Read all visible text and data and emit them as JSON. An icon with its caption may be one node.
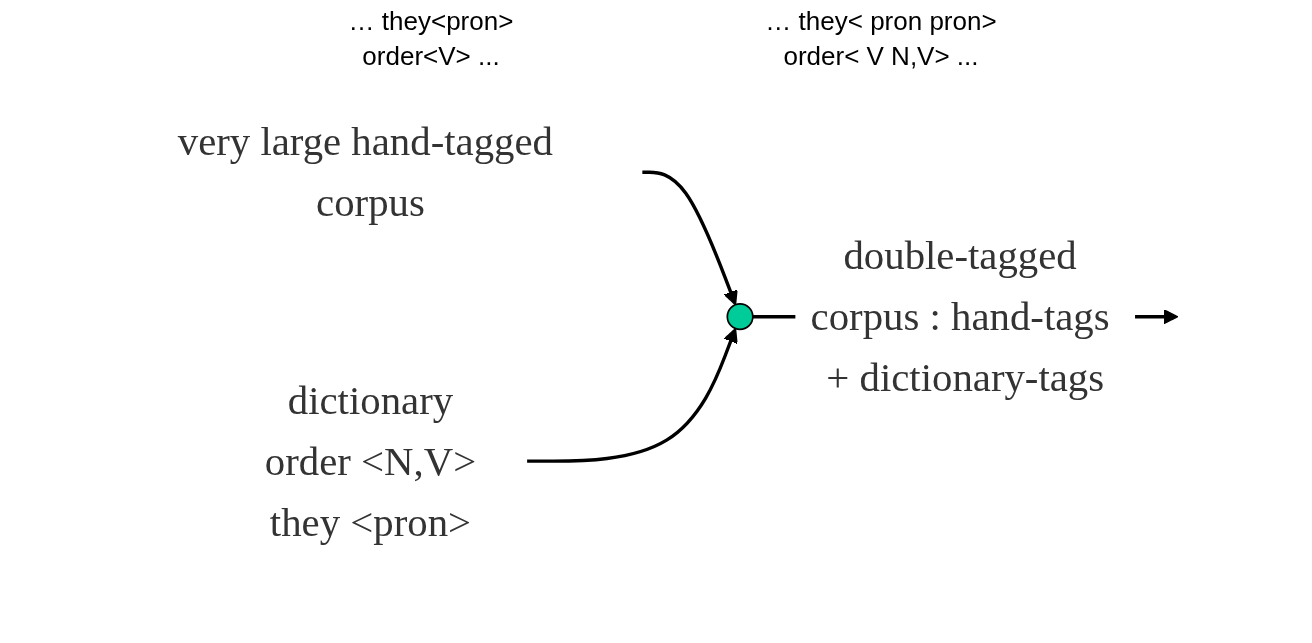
{
  "diagram": {
    "nodes": [
      {
        "text": [
          "very large hand-tagged corpus"
        ]
      },
      {
        "text": [],
        "shape": "circle"
      },
      {
        "text": [
          "dictionary",
          "order <N,V>",
          "they <pron>"
        ]
      }
    ],
    "edges": [
      {
        "from": 0,
        "to": 1,
        "arrow": "to"
      },
      {
        "from": 2,
        "to": 1,
        "arrow": "to"
      },
      {
        "from": 1,
        "to": null,
        "arrow": "to",
        "label": "double-tagged corpus : hand-tags + dictionary-tags"
      }
    ],
    "labels": [
      "… they<pron>",
      "… they< pron pron>",
      "order<V> ...",
      "order< V N,V> ..."
    ]
  }
}
